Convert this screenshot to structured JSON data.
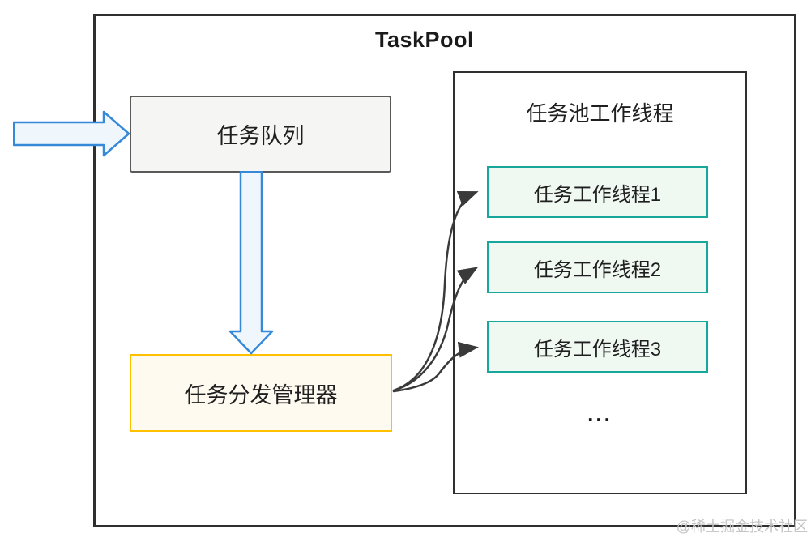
{
  "diagram": {
    "title": "TaskPool",
    "task_queue_label": "任务队列",
    "manager_label": "任务分发管理器",
    "pool_title": "任务池工作线程",
    "workers": [
      {
        "label": "任务工作线程1"
      },
      {
        "label": "任务工作线程2"
      },
      {
        "label": "任务工作线程3"
      }
    ],
    "ellipsis": "...",
    "watermark": "@稀土掘金技术社区",
    "colors": {
      "outer_border": "#2f2f2f",
      "queue_border": "#595959",
      "queue_fill": "#f5f5f3",
      "arrow_stroke": "#3688d8",
      "arrow_fill": "#eff7fd",
      "manager_border": "#ffc000",
      "manager_fill": "#fffaf0",
      "worker_border": "#18a79d",
      "worker_fill": "#f0f8f2",
      "connector": "#3a3a3a",
      "watermark": "#c4c4c4"
    }
  }
}
